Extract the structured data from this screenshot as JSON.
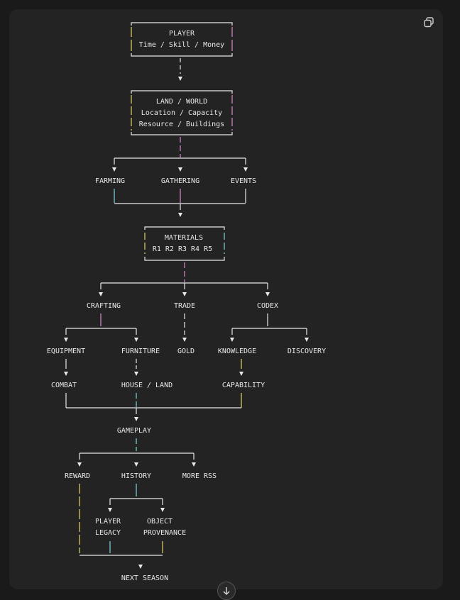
{
  "diagram": {
    "nodes": {
      "player_title": "PLAYER",
      "player_sub": "Time / Skill / Money",
      "land_title": "LAND / WORLD",
      "land_sub1": "Location / Capacity",
      "land_sub2": "Resource / Buildings",
      "farming": "FARMING",
      "gathering": "GATHERING",
      "events": "EVENTS",
      "materials_title": "MATERIALS",
      "materials_sub": "R1 R2 R3 R4 R5",
      "crafting": "CRAFTING",
      "trade": "TRADE",
      "codex": "CODEX",
      "equipment": "EQUIPMENT",
      "furniture": "FURNITURE",
      "gold": "GOLD",
      "knowledge": "KNOWLEDGE",
      "discovery": "DISCOVERY",
      "combat": "COMBAT",
      "house_land": "HOUSE / LAND",
      "capability": "CAPABILITY",
      "gameplay": "GAMEPLAY",
      "reward": "REWARD",
      "history": "HISTORY",
      "more_rss": "MORE RSS",
      "player_legacy_1": "PLAYER",
      "player_legacy_2": "LEGACY",
      "object_provenance_1": "OBJECT",
      "object_provenance_2": "PROVENANCE",
      "next_season": "NEXT SEASON"
    }
  },
  "toolbar": {
    "copy_icon": "copy-icon",
    "scroll_icon": "arrow-down-icon"
  },
  "colors": {
    "background": "#1a1a1a",
    "card": "#232323",
    "text": "#e8e8e8",
    "line": "#e8e8e8",
    "accent_yellow": "#e6d36a",
    "accent_pink": "#d98ad0",
    "accent_cyan": "#7fd6dd"
  }
}
